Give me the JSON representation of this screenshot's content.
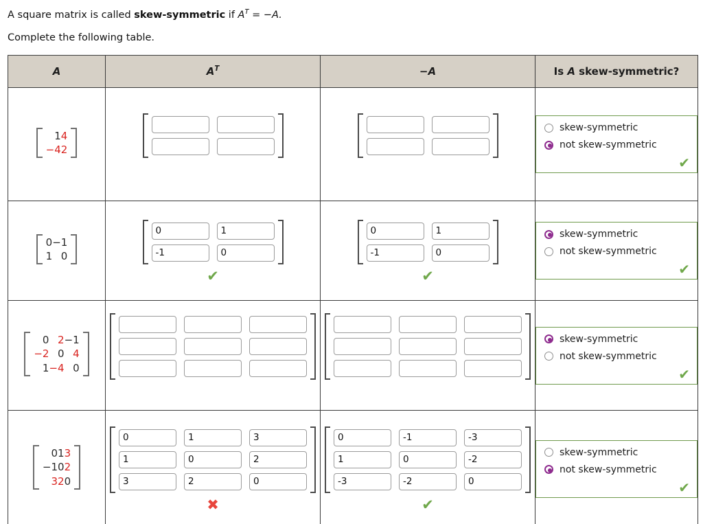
{
  "prompt": {
    "line1_pre": "A square matrix is called ",
    "line1_bold": "skew-symmetric",
    "line1_mid": " if ",
    "line1_sym_a": "A",
    "line1_sym_t": "T",
    "line1_post": " = −A.",
    "line2": "Complete the following table."
  },
  "table": {
    "headers": {
      "col_a": "A",
      "col_at_base": "A",
      "col_at_sup": "T",
      "col_neg_a": "−A",
      "col_answer_pre": "Is ",
      "col_answer_sym": "A",
      "col_answer_post": " skew-symmetric?"
    },
    "options": {
      "skew": "skew-symmetric",
      "not_skew": "not skew-symmetric"
    },
    "marks": {
      "correct": "✔",
      "incorrect": "✖"
    },
    "rows": [
      {
        "a_matrix": [
          [
            {
              "t": "1",
              "c": "blk"
            },
            {
              "t": "4",
              "c": "red"
            }
          ],
          [
            {
              "t": "−4",
              "c": "red"
            },
            {
              "t": "2",
              "c": "red"
            }
          ]
        ],
        "at_values": [
          [
            "",
            ""
          ],
          [
            "",
            ""
          ]
        ],
        "at_mark": "none",
        "na_values": [
          [
            "",
            ""
          ],
          [
            "",
            ""
          ]
        ],
        "na_mark": "none",
        "selected": "not_skew",
        "answer_mark": "correct"
      },
      {
        "a_matrix": [
          [
            {
              "t": "0",
              "c": "blk"
            },
            {
              "t": "−1",
              "c": "blk"
            }
          ],
          [
            {
              "t": "1",
              "c": "blk"
            },
            {
              "t": "0",
              "c": "blk"
            }
          ]
        ],
        "at_values": [
          [
            "0",
            "1"
          ],
          [
            "-1",
            "0"
          ]
        ],
        "at_mark": "correct",
        "na_values": [
          [
            "0",
            "1"
          ],
          [
            "-1",
            "0"
          ]
        ],
        "na_mark": "correct",
        "selected": "skew",
        "answer_mark": "correct"
      },
      {
        "a_matrix": [
          [
            {
              "t": "0",
              "c": "blk"
            },
            {
              "t": "2",
              "c": "red"
            },
            {
              "t": "−1",
              "c": "blk"
            }
          ],
          [
            {
              "t": "−2",
              "c": "red"
            },
            {
              "t": "0",
              "c": "blk"
            },
            {
              "t": "4",
              "c": "red"
            }
          ],
          [
            {
              "t": "1",
              "c": "blk"
            },
            {
              "t": "−4",
              "c": "red"
            },
            {
              "t": "0",
              "c": "blk"
            }
          ]
        ],
        "at_values": [
          [
            "",
            "",
            ""
          ],
          [
            "",
            "",
            ""
          ],
          [
            "",
            "",
            ""
          ]
        ],
        "at_mark": "none",
        "na_values": [
          [
            "",
            "",
            ""
          ],
          [
            "",
            "",
            ""
          ],
          [
            "",
            "",
            ""
          ]
        ],
        "na_mark": "none",
        "selected": "skew",
        "answer_mark": "correct"
      },
      {
        "a_matrix": [
          [
            {
              "t": "0",
              "c": "blk"
            },
            {
              "t": "1",
              "c": "blk"
            },
            {
              "t": "3",
              "c": "red"
            }
          ],
          [
            {
              "t": "−1",
              "c": "blk"
            },
            {
              "t": "0",
              "c": "blk"
            },
            {
              "t": "2",
              "c": "red"
            }
          ],
          [
            {
              "t": "3",
              "c": "red"
            },
            {
              "t": "2",
              "c": "red"
            },
            {
              "t": "0",
              "c": "blk"
            }
          ]
        ],
        "at_values": [
          [
            "0",
            "1",
            "3"
          ],
          [
            "1",
            "0",
            "2"
          ],
          [
            "3",
            "2",
            "0"
          ]
        ],
        "at_mark": "incorrect",
        "na_values": [
          [
            "0",
            "-1",
            "-3"
          ],
          [
            "1",
            "0",
            "-2"
          ],
          [
            "-3",
            "-2",
            "0"
          ]
        ],
        "na_mark": "correct",
        "selected": "not_skew",
        "answer_mark": "correct"
      }
    ]
  },
  "colors": {
    "header_bg": "#d6d0c6",
    "accent_red": "#d9231f",
    "check_green": "#70a84b",
    "cross_red": "#e8453c",
    "radio_purple": "#8e2b8e",
    "panel_border_green": "#6f9a4d"
  }
}
